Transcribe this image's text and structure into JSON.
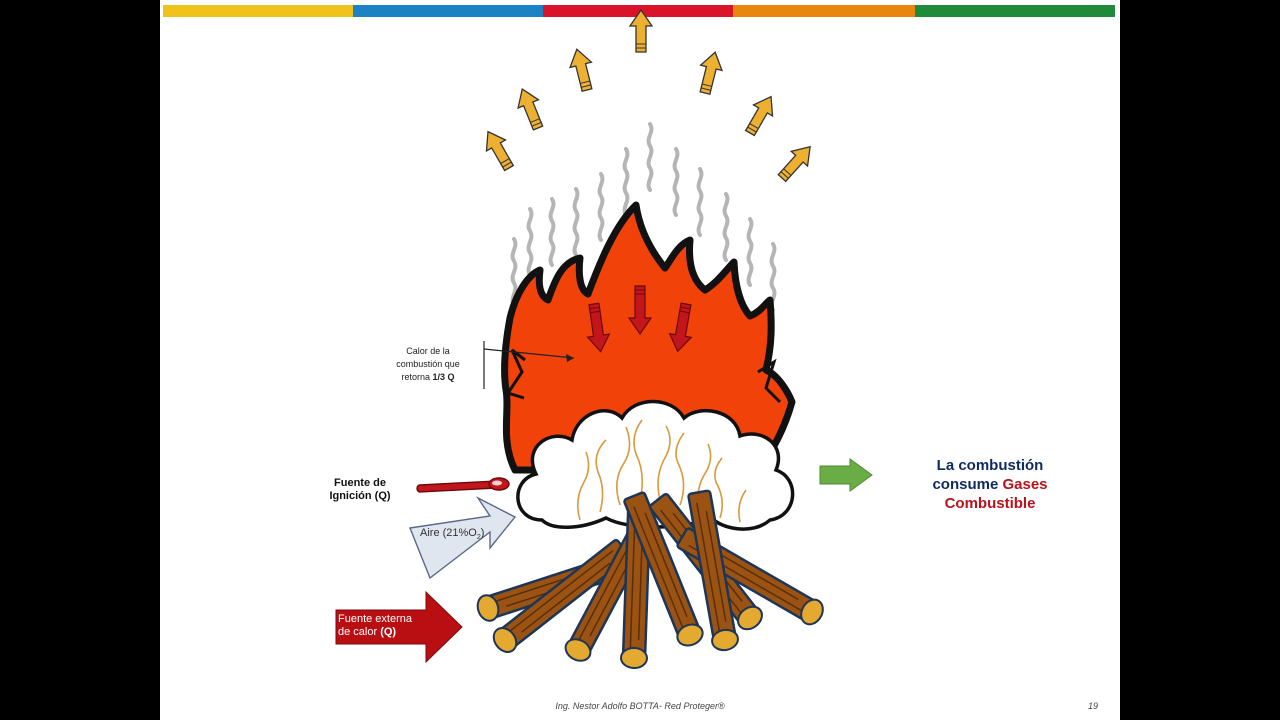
{
  "topbar_colors": [
    "#f0c31c",
    "#1b82c4",
    "#d9142a",
    "#e9860f",
    "#1f8a3a"
  ],
  "labels": {
    "calor_line1": "Calor de la",
    "calor_line2": "combustión que",
    "calor_line3": "retorna",
    "calor_value": "1/3 Q",
    "ignicion_line1": "Fuente de",
    "ignicion_line2": "Ignición (Q)",
    "aire_text": "Aire (21%O",
    "aire_sub": "2",
    "aire_close": ")",
    "externa_line1": "Fuente externa",
    "externa_line2": "de calor",
    "externa_q": "(Q)",
    "combustion_line1": "La combustión",
    "combustion_line2a": "consume",
    "combustion_line2b": "Gases",
    "combustion_line3": "Combustible"
  },
  "footer": {
    "author": "Ing. Nestor Adolfo BOTTA- Red Proteger®",
    "page": "19"
  },
  "colors": {
    "flame": "#f1420a",
    "flame_outline": "#111111",
    "wood": "#9a5312",
    "wood_end": "#e3a930",
    "wood_outline": "#1d3557",
    "heat_arrow": "#eeb030",
    "return_arrow": "#c3161c",
    "green_arrow": "#6aac45",
    "external_arrow": "#b90f13",
    "smoke": "#b5b5b5",
    "title_blue": "#0f2a5f",
    "title_red": "#b8121b"
  }
}
